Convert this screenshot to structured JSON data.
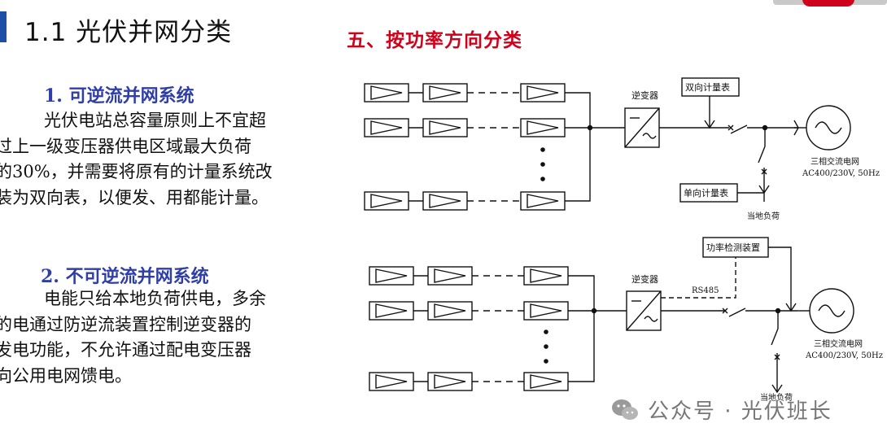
{
  "header": {
    "title": "1.1 光伏并网分类",
    "subtitle": "五、按功率方向分类"
  },
  "section1": {
    "title": "1. 可逆流并网系统",
    "lines": [
      "光伏电站总容量原则上不宜超",
      "过上一级变压器供电区域最大负荷",
      "的30%，并需要将原有的计量系统改",
      "装为双向表，以便发、用都能计量。"
    ]
  },
  "section2": {
    "title": "2. 不可逆流并网系统",
    "lines": [
      "电能只给本地负荷供电，多余",
      "的电通过防逆流装置控制逆变器的",
      "发电功能，不允许通过配电变压器",
      "向公用电网馈电。"
    ]
  },
  "diagram1": {
    "inverter_label": "逆变器",
    "meter_bi_label": "双向计量表",
    "meter_uni_label": "单向计量表",
    "load_label": "当地负荷",
    "grid_label": "三相交流电网",
    "grid_spec": "AC400/230V, 50Hz"
  },
  "diagram2": {
    "inverter_label": "逆变器",
    "power_detect_label": "功率检测装置",
    "rs485_label": "RS485",
    "load_label": "当地负荷",
    "grid_label": "三相交流电网",
    "grid_spec": "AC400/230V, 50Hz"
  },
  "watermark": {
    "text": "公众号 · 光伏班长"
  },
  "colors": {
    "accent_blue": "#1e4fa6",
    "title_red": "#d0021b",
    "section_blue": "#2f3ea8"
  }
}
